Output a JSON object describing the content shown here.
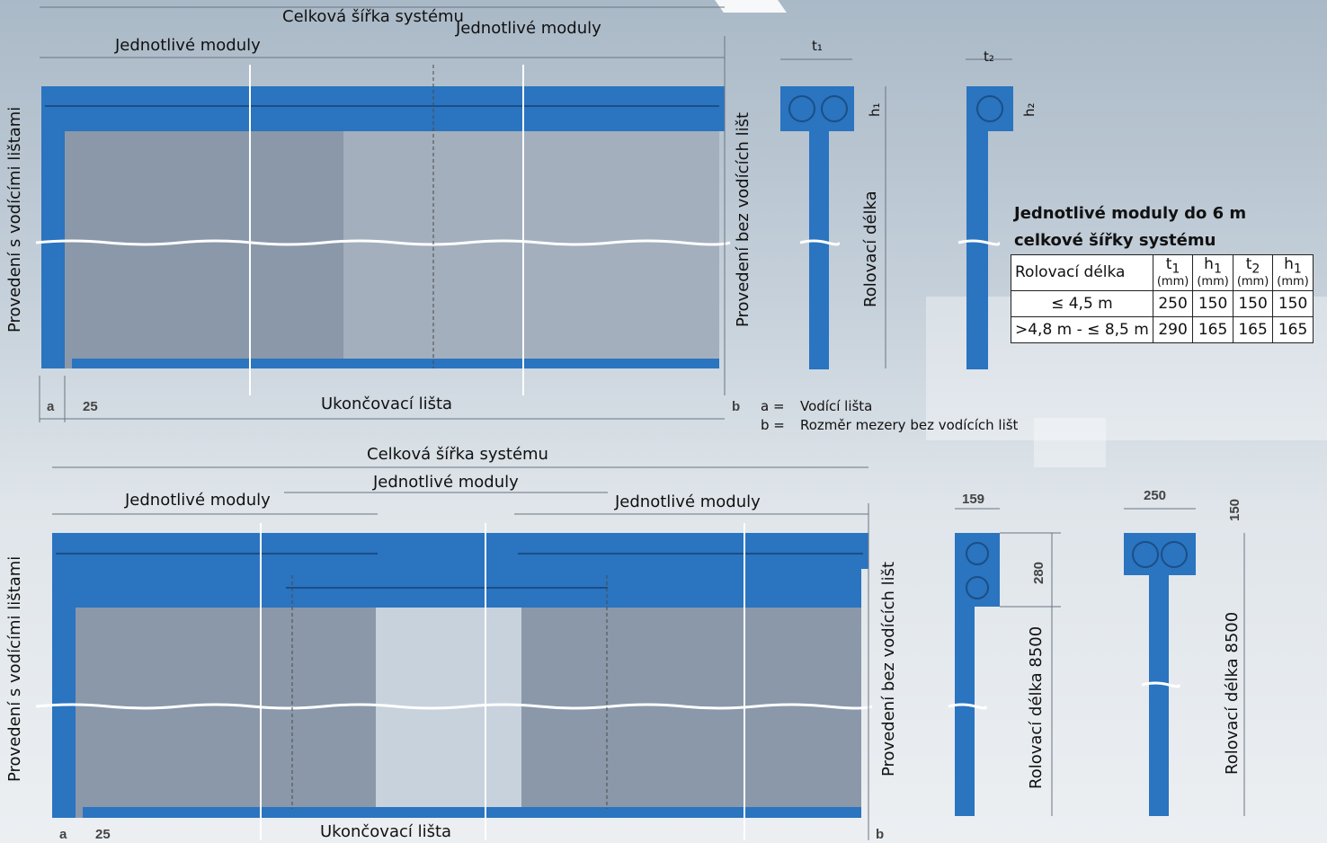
{
  "colors": {
    "blue": "#2a74c0",
    "panel_dark": "#8a98a9",
    "panel_mid": "#a3afbd",
    "panel_light": "#c8d2dd"
  },
  "top": {
    "total_width": "Celková šířka systému",
    "modules_left": "Jednotlivé moduly",
    "modules_right": "Jednotlivé moduly",
    "left_side": "Provedení s vodícími lištami",
    "right_side": "Provedení bez vodících lišt",
    "bottom_rail": "Ukončovací lišta",
    "a": "a",
    "dim_25": "25",
    "b": "b",
    "roll_length": "Rolovací délka",
    "t1": "t₁",
    "h1": "h₁",
    "t2": "t₂",
    "h2": "h₂"
  },
  "table": {
    "title_line1": "Jednotlivé moduly do 6 m",
    "title_line2": "celkové šířky systému",
    "header": {
      "col0": "Rolovací délka",
      "col1": "t",
      "col1_sub": "1",
      "col2": "h",
      "col2_sub": "1",
      "col3": "t",
      "col3_sub": "2",
      "col4": "h",
      "col4_sub": "1",
      "unit": "(mm)"
    },
    "rows": [
      [
        "≤ 4,5 m",
        "250",
        "150",
        "150",
        "150"
      ],
      [
        ">4,8 m - ≤ 8,5 m",
        "290",
        "165",
        "165",
        "165"
      ]
    ]
  },
  "legend": {
    "a_key": "a =",
    "a_val": "Vodící lišta",
    "b_key": "b =",
    "b_val": "Rozměr mezery bez vodících lišt"
  },
  "bottom": {
    "total_width": "Celková šířka systému",
    "modules_center": "Jednotlivé moduly",
    "modules_left": "Jednotlivé moduly",
    "modules_right": "Jednotlivé moduly",
    "left_side": "Provedení s vodícími lištami",
    "right_side": "Provedení bez vodících lišt",
    "bottom_rail": "Ukončovací lišta",
    "a": "a",
    "dim_25": "25",
    "b": "b",
    "dim_159": "159",
    "dim_280": "280",
    "dim_250": "250",
    "dim_150": "150",
    "roll_length_8500_a": "Rolovací délka 8500",
    "roll_length_8500_b": "Rolovací délka 8500"
  }
}
